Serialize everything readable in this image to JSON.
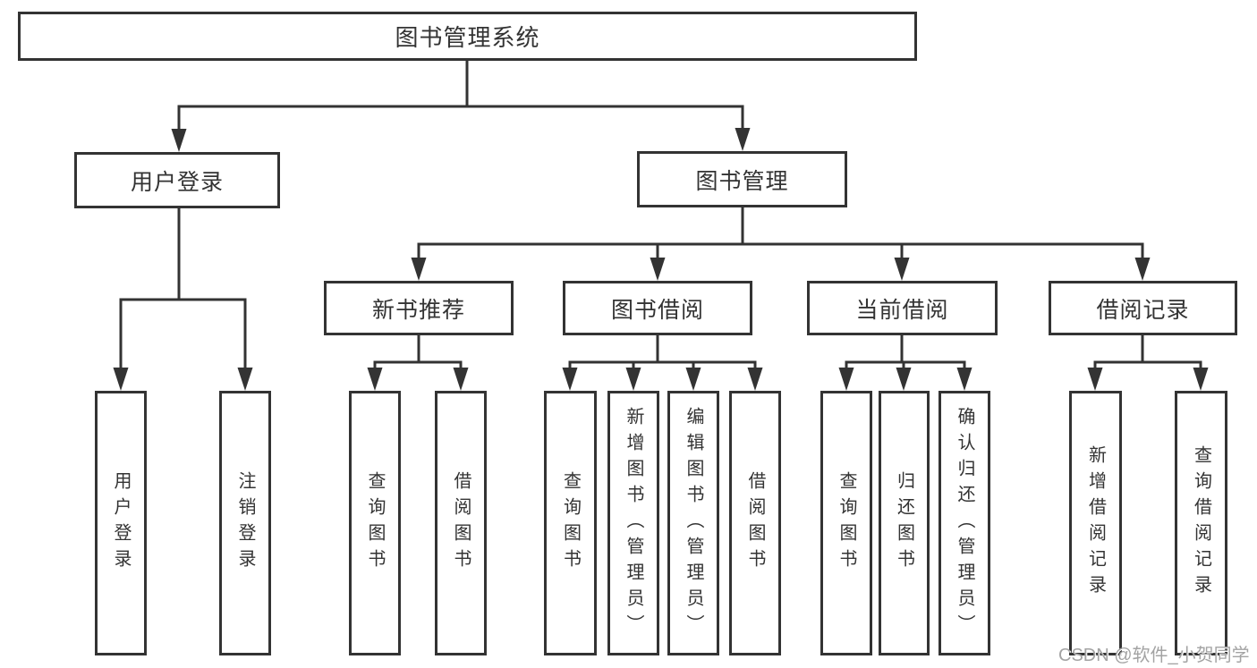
{
  "colors": {
    "line": "#333333",
    "box_border": "#333333",
    "box_background": "#ffffff",
    "text": "#333333",
    "watermark_text": "#a3a3a3",
    "page_background": "#ffffff"
  },
  "tree": {
    "root": {
      "label": "图书管理系统"
    },
    "branches": [
      {
        "label": "用户登录",
        "children": [
          {
            "label": "用户登录"
          },
          {
            "label": "注销登录"
          }
        ]
      },
      {
        "label": "图书管理",
        "children": [
          {
            "label": "新书推荐",
            "children": [
              {
                "label": "查询图书"
              },
              {
                "label": "借阅图书"
              }
            ]
          },
          {
            "label": "图书借阅",
            "children": [
              {
                "label": "查询图书"
              },
              {
                "label": "新增图书（管理员）"
              },
              {
                "label": "编辑图书（管理员）"
              },
              {
                "label": "借阅图书"
              }
            ]
          },
          {
            "label": "当前借阅",
            "children": [
              {
                "label": "查询图书"
              },
              {
                "label": "归还图书"
              },
              {
                "label": "确认归还（管理员）"
              }
            ]
          },
          {
            "label": "借阅记录",
            "children": [
              {
                "label": "新增借阅记录"
              },
              {
                "label": "查询借阅记录"
              }
            ]
          }
        ]
      }
    ]
  },
  "watermark": "CSDN @软件_小贺同学"
}
